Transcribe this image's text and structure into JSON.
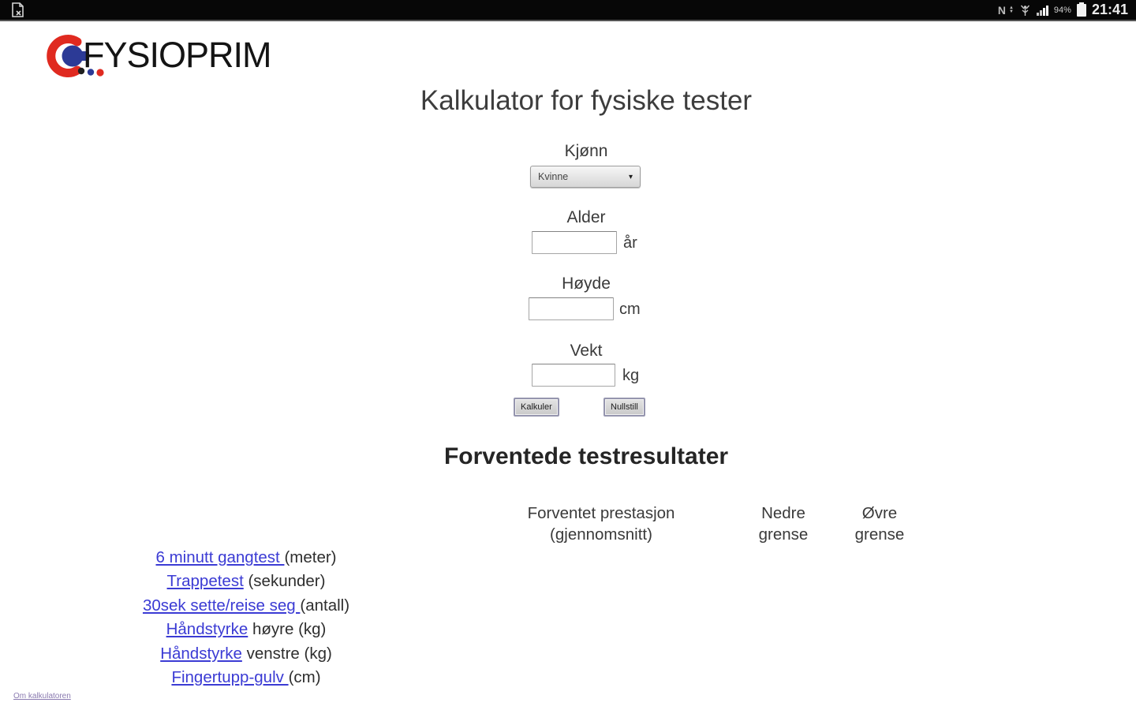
{
  "status_bar": {
    "left_icon": "document-x-icon",
    "nfc_label": "N",
    "icons": [
      "data-updown-icon",
      "antenna-icon",
      "signal-strength-icon",
      "battery-icon"
    ],
    "battery_percent": "94%",
    "time": "21:41"
  },
  "header": {
    "logo_text": "FYSIOPRIM",
    "logo_mark": "red-c-blue-dot-logo"
  },
  "page": {
    "title": "Kalkulator for fysiske tester"
  },
  "form": {
    "gender": {
      "label": "Kjønn",
      "selected": "Kvinne",
      "arrow_glyph": "▾"
    },
    "age": {
      "label": "Alder",
      "value": "",
      "unit": "år"
    },
    "height": {
      "label": "Høyde",
      "value": "",
      "unit": "cm"
    },
    "weight": {
      "label": "Vekt",
      "value": "",
      "unit": "kg"
    },
    "calculate_label": "Kalkuler",
    "reset_label": "Nullstill"
  },
  "results": {
    "heading": "Forventede testresultater",
    "col1_line1": "Forventet prestasjon",
    "col1_line2": "(gjennomsnitt)",
    "col2_line1": "Nedre",
    "col2_line2": "grense",
    "col3_line1": "Øvre",
    "col3_line2": "grense",
    "tests": [
      {
        "link": "6 minutt gangtest ",
        "rest": "(meter)"
      },
      {
        "link": "Trappetest",
        "rest": " (sekunder)"
      },
      {
        "link": "30sek sette/reise seg ",
        "rest": "(antall)"
      },
      {
        "link": "Håndstyrke",
        "rest": " høyre (kg)"
      },
      {
        "link": "Håndstyrke",
        "rest": " venstre (kg)"
      },
      {
        "link": "Fingertupp-gulv ",
        "rest": "(cm)"
      }
    ]
  },
  "footer": {
    "about_link": "Om kalkulatoren"
  },
  "colors": {
    "link_blue": "#3b3bd4",
    "visited_purple": "#8a7ab0",
    "logo_red": "#e02a20",
    "logo_blue": "#2c3a96",
    "status_bar_bg": "#070707"
  }
}
